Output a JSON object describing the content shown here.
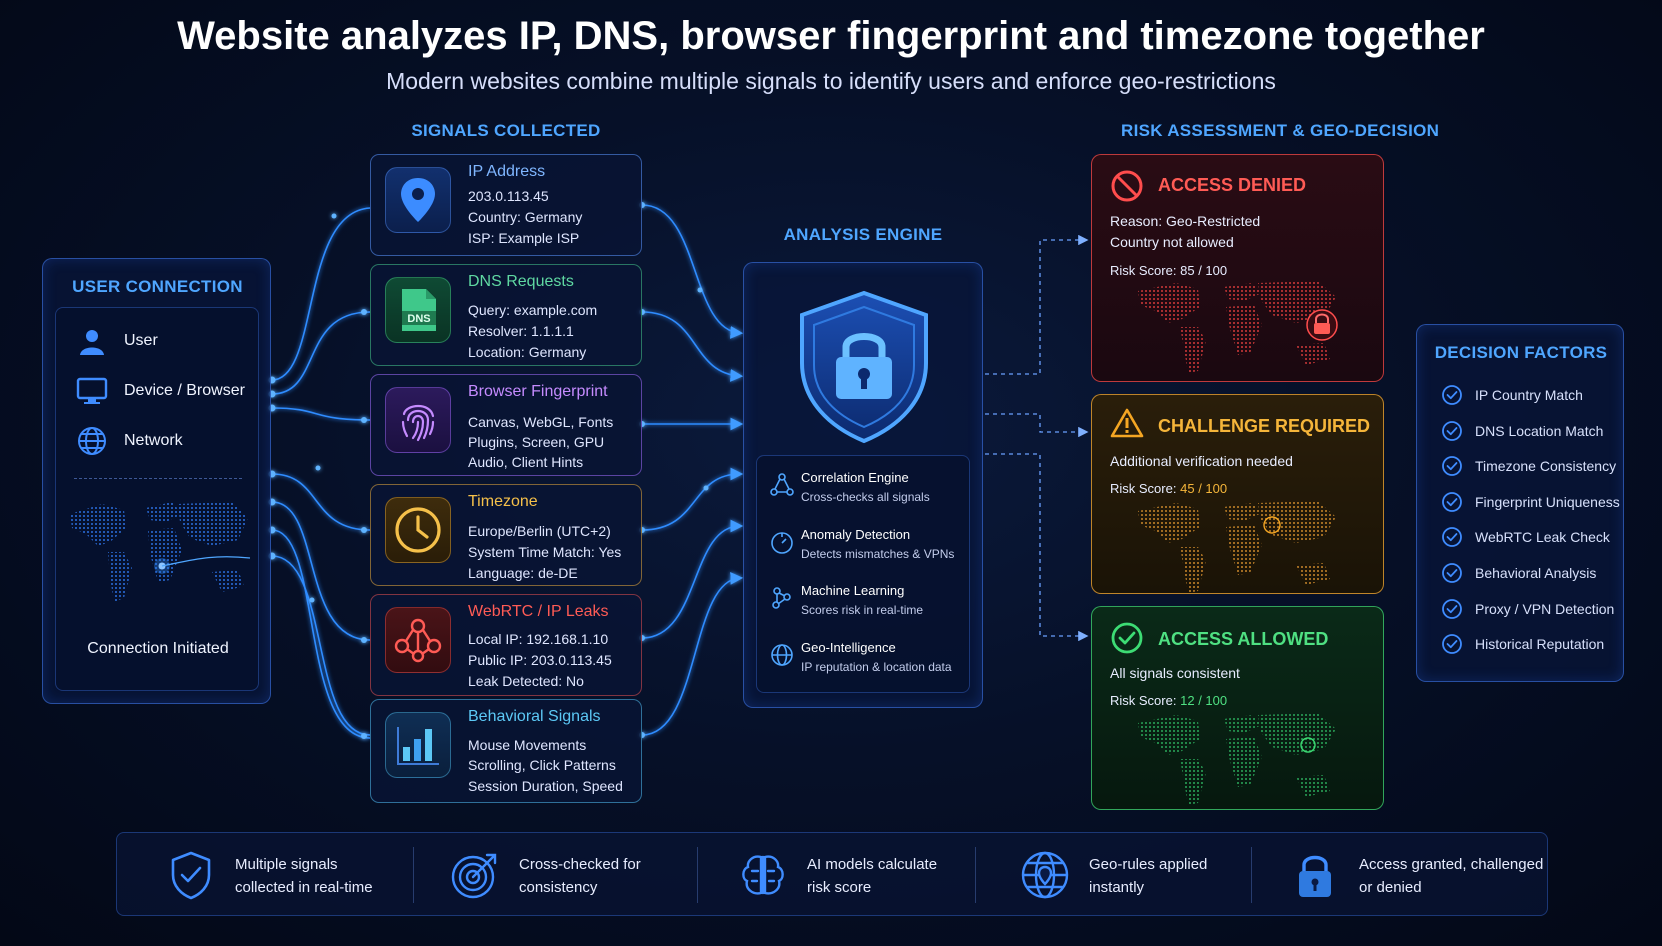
{
  "title": "Website analyzes IP, DNS, browser fingerprint and timezone together",
  "subtitle": "Modern websites combine multiple signals to identify users and enforce geo-restrictions",
  "sections": {
    "user_connection": "USER CONNECTION",
    "signals_collected": "SIGNALS COLLECTED",
    "analysis_engine": "ANALYSIS ENGINE",
    "risk_assessment": "RISK ASSESSMENT & GEO-DECISION",
    "decision_factors": "DECISION FACTORS"
  },
  "user_connection": {
    "items": [
      {
        "label": "User",
        "icon": "user-icon"
      },
      {
        "label": "Device / Browser",
        "icon": "monitor-icon"
      },
      {
        "label": "Network",
        "icon": "globe-icon"
      }
    ],
    "status": "Connection Initiated"
  },
  "signals": [
    {
      "title": "IP Address",
      "icon": "location-pin-icon",
      "color": "#7fb6ff",
      "lines": [
        "203.0.113.45",
        "Country: Germany",
        "ISP: Example ISP"
      ]
    },
    {
      "title": "DNS Requests",
      "icon": "dns-file-icon",
      "color": "#5fd8a2",
      "badge": "DNS",
      "lines": [
        "Query: example.com",
        "Resolver: 1.1.1.1",
        "Location: Germany"
      ]
    },
    {
      "title": "Browser Fingerprint",
      "icon": "fingerprint-icon",
      "color": "#c58bff",
      "lines": [
        "Canvas, WebGL, Fonts",
        "Plugins, Screen, GPU",
        "Audio, Client Hints"
      ]
    },
    {
      "title": "Timezone",
      "icon": "clock-icon",
      "color": "#f5c04a",
      "lines": [
        "Europe/Berlin (UTC+2)",
        "System Time Match: Yes",
        "Language: de-DE"
      ]
    },
    {
      "title": "WebRTC / IP Leaks",
      "icon": "network-nodes-icon",
      "color": "#ff5b55",
      "lines": [
        "Local IP: 192.168.1.10",
        "Public IP: 203.0.113.45",
        "Leak Detected: No"
      ]
    },
    {
      "title": "Behavioral Signals",
      "icon": "bar-chart-icon",
      "color": "#5cc8f5",
      "lines": [
        "Mouse Movements",
        "Scrolling, Click Patterns",
        "Session Duration, Speed"
      ]
    }
  ],
  "engine": {
    "icon": "shield-lock-icon",
    "items": [
      {
        "title": "Correlation Engine",
        "desc": "Cross-checks all signals",
        "icon": "correlation-icon"
      },
      {
        "title": "Anomaly Detection",
        "desc": "Detects mismatches & VPNs",
        "icon": "anomaly-icon"
      },
      {
        "title": "Machine Learning",
        "desc": "Scores risk in real-time",
        "icon": "ml-nodes-icon"
      },
      {
        "title": "Geo-Intelligence",
        "desc": "IP reputation & location data",
        "icon": "geo-globe-icon"
      }
    ]
  },
  "decisions": [
    {
      "title": "ACCESS DENIED",
      "icon": "prohibited-icon",
      "color": "#ff4d4d",
      "lines": [
        "Reason: Geo-Restricted",
        "Country not allowed"
      ],
      "score_label": "Risk Score:",
      "score_value": "85",
      "score_max": "/ 100"
    },
    {
      "title": "CHALLENGE REQUIRED",
      "icon": "warning-icon",
      "color": "#f5a623",
      "lines": [
        "Additional verification needed"
      ],
      "score_label": "Risk Score:",
      "score_value": "45",
      "score_max": "/ 100"
    },
    {
      "title": "ACCESS ALLOWED",
      "icon": "check-circle-icon",
      "color": "#3ddc74",
      "lines": [
        "All signals consistent"
      ],
      "score_label": "Risk Score:",
      "score_value": "12",
      "score_max": "/ 100"
    }
  ],
  "factors": [
    "IP Country Match",
    "DNS Location Match",
    "Timezone Consistency",
    "Fingerprint Uniqueness",
    "WebRTC Leak Check",
    "Behavioral Analysis",
    "Proxy / VPN Detection",
    "Historical Reputation"
  ],
  "bottom": [
    {
      "text": "Multiple signals collected in real-time",
      "icon": "shield-check-icon"
    },
    {
      "text": "Cross-checked for consistency",
      "icon": "target-icon"
    },
    {
      "text": "AI models calculate risk score",
      "icon": "brain-icon"
    },
    {
      "text": "Geo-rules applied instantly",
      "icon": "globe-pin-icon"
    },
    {
      "text": "Access granted, challenged or denied",
      "icon": "padlock-icon"
    }
  ]
}
